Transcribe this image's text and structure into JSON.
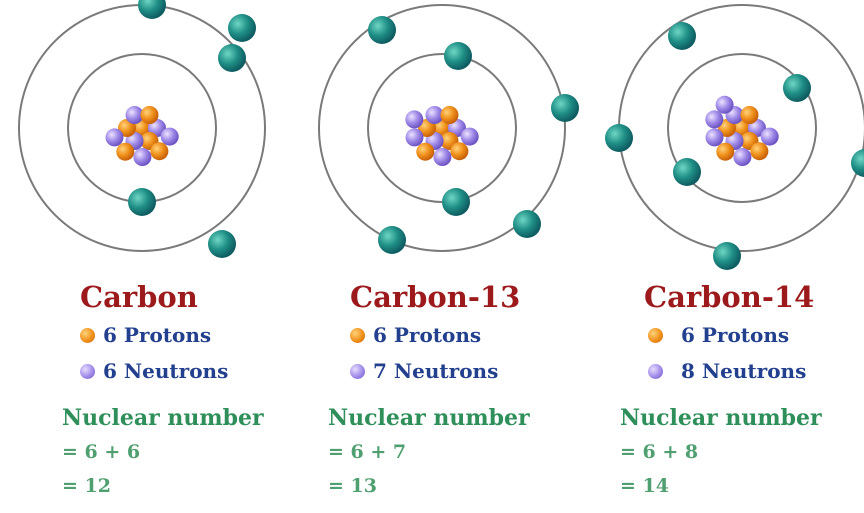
{
  "isotopes": [
    {
      "name": "Carbon",
      "protons_label": "6 Protons",
      "neutrons_label": "6 Neutrons",
      "nuclear_label": "Nuclear number",
      "sum_line": "= 6 + 6",
      "total_line": "= 12",
      "protons": 6,
      "neutrons": 6
    },
    {
      "name": "Carbon-13",
      "protons_label": "6 Protons",
      "neutrons_label": "7 Neutrons",
      "nuclear_label": "Nuclear number",
      "sum_line": "= 6 + 7",
      "total_line": "= 13",
      "protons": 6,
      "neutrons": 7
    },
    {
      "name": "Carbon-14",
      "protons_label": "6 Protons",
      "neutrons_label": "8 Neutrons",
      "nuclear_label": "Nuclear number",
      "sum_line": "= 6 + 8",
      "total_line": "= 14",
      "protons": 6,
      "neutrons": 8
    }
  ],
  "colors": {
    "isotope_name": "#9c1a1c",
    "particle_label": "#23408e",
    "nuclear_text": "#2f8f5a",
    "proton": "#f0901a",
    "neutron": "#a08ae8",
    "electron": "#1f8f86",
    "orbit": "#7a7a7a"
  }
}
